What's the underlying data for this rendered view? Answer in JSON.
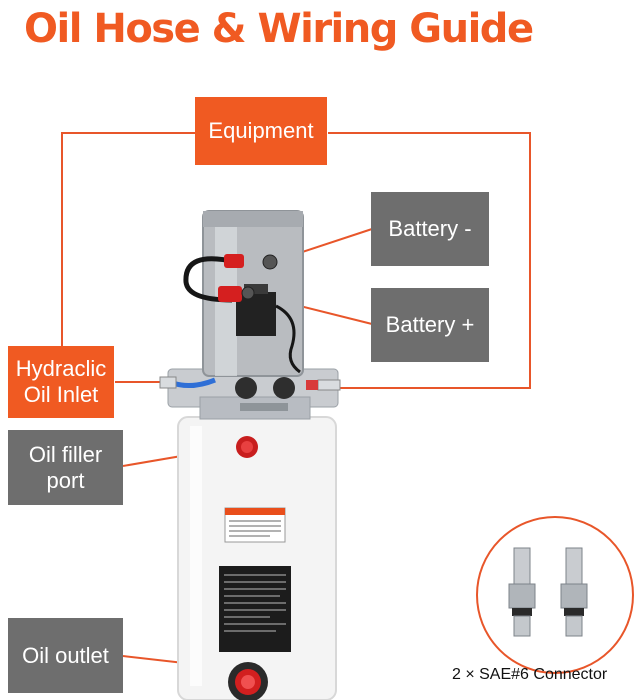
{
  "title": "Oil Hose & Wiring Guide",
  "labels": {
    "equipment": "Equipment",
    "battery_neg": "Battery -",
    "battery_pos": "Battery +",
    "hydraulic_inlet": "Hydraclic Oil Inlet",
    "oil_filler": "Oil filler port",
    "oil_outlet": "Oil outlet"
  },
  "connector_caption": "2 × SAE#6 Connector",
  "colors": {
    "accent": "#f05a22",
    "label_gray": "#6e6e6e",
    "line": "#e8562a"
  }
}
